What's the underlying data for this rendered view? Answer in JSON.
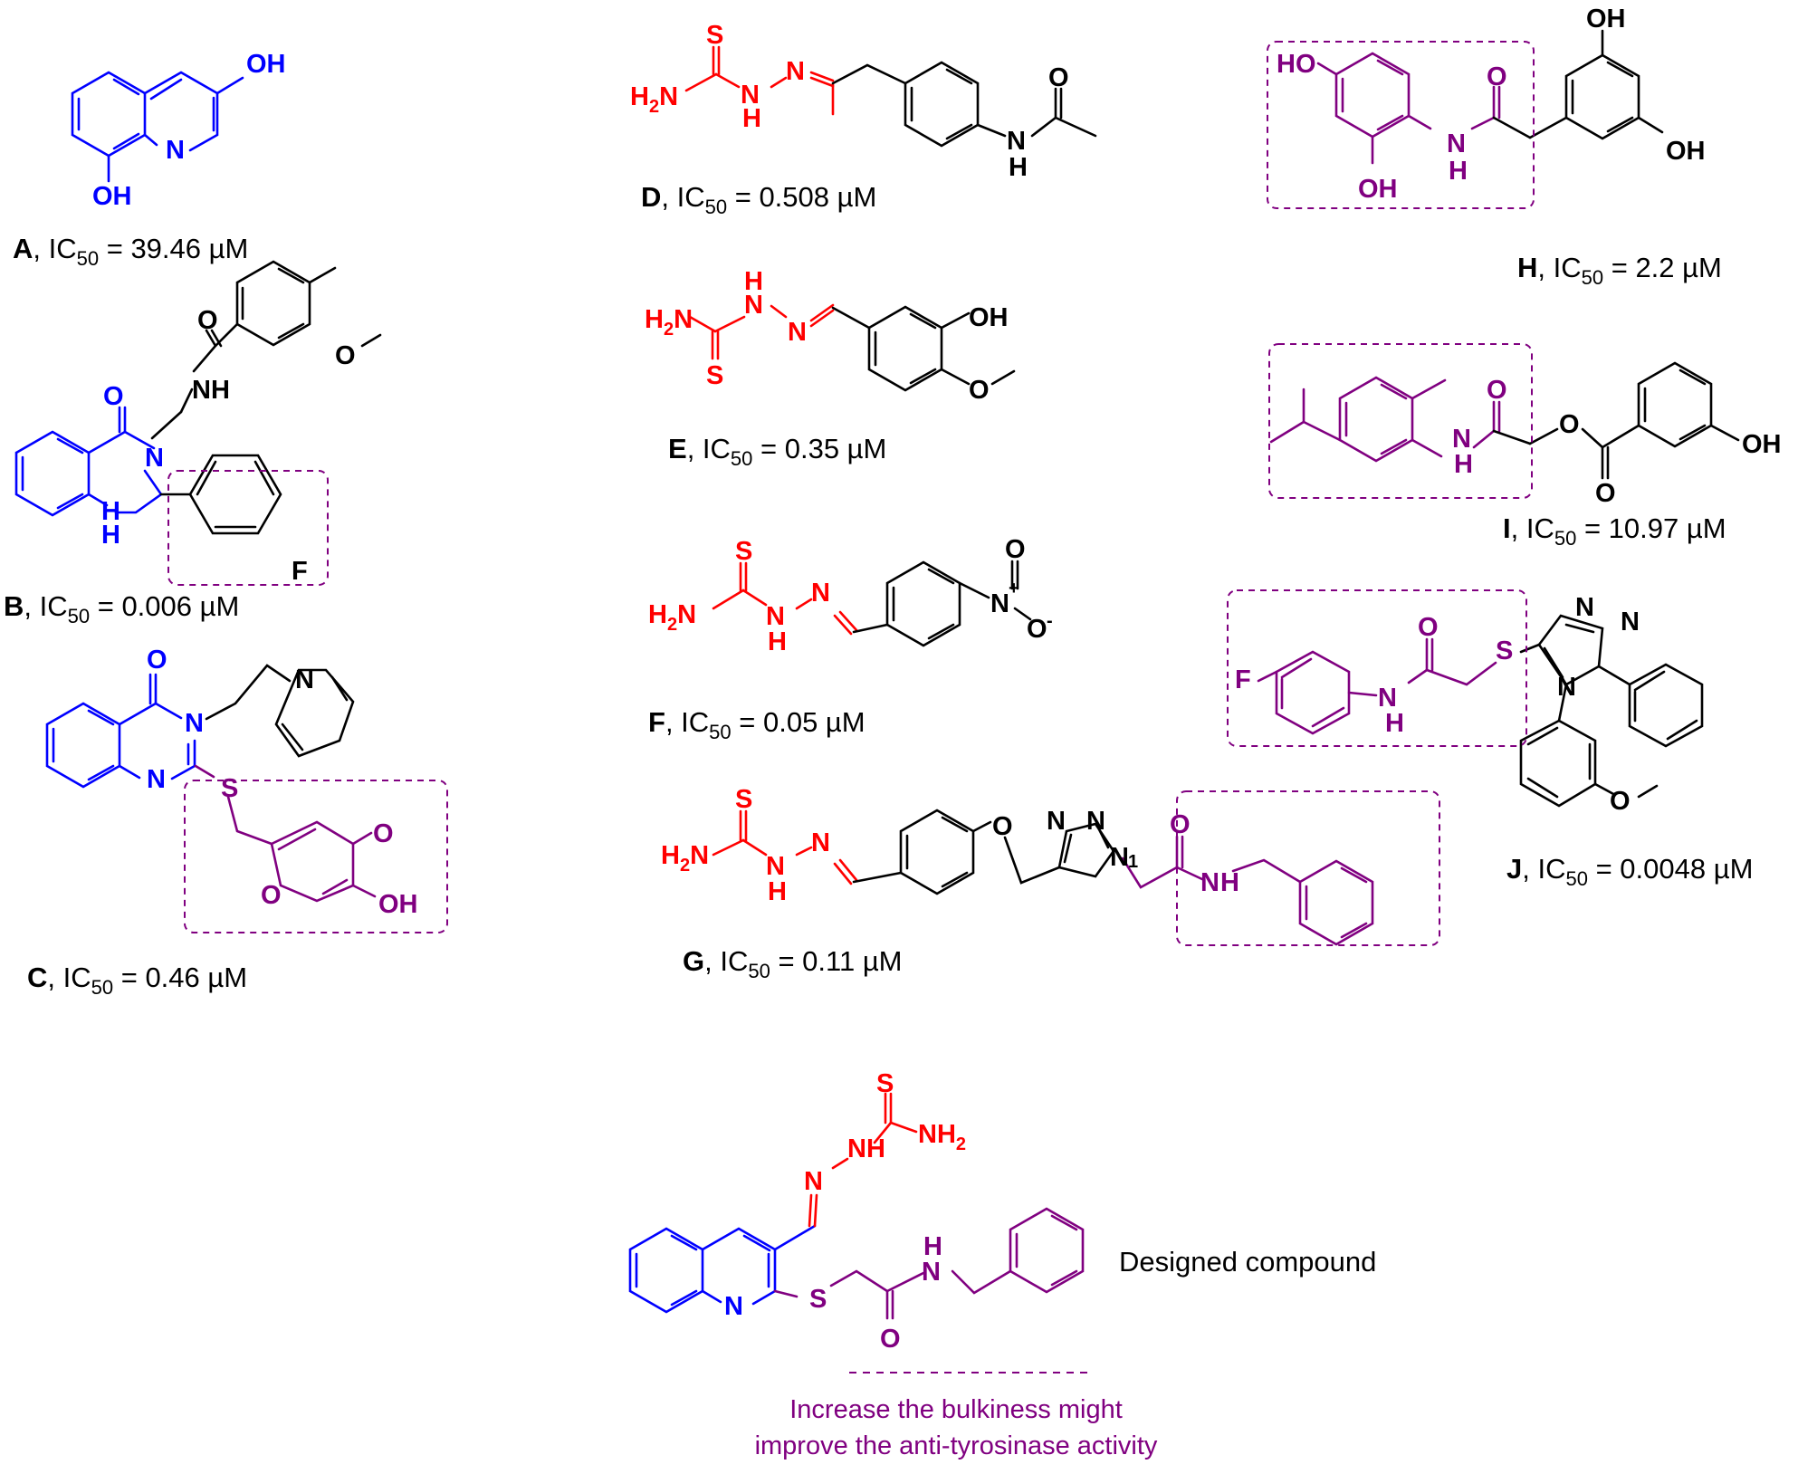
{
  "colors": {
    "scaffold": "#0000ff",
    "thiosemicarbazone": "#ff0000",
    "amide": "#800080",
    "neutral": "#000000"
  },
  "atoms": {
    "O": "O",
    "OH": "OH",
    "HO": "HO",
    "N": "N",
    "NH": "NH",
    "H": "H",
    "S": "S",
    "F": "F",
    "H2": "H",
    "two": "2",
    "plus": "+",
    "minus": "-",
    "one": "1"
  },
  "compounds": [
    {
      "id": "A",
      "letter": "A",
      "ic50_prefix": ", IC",
      "ic50_sub": "50",
      "ic50_value": " = 39.46 µM"
    },
    {
      "id": "B",
      "letter": "B",
      "ic50_prefix": ", IC",
      "ic50_sub": "50",
      "ic50_value": " = 0.006 µM"
    },
    {
      "id": "C",
      "letter": "C",
      "ic50_prefix": ", IC",
      "ic50_sub": "50",
      "ic50_value": " = 0.46 µM"
    },
    {
      "id": "D",
      "letter": "D",
      "ic50_prefix": ", IC",
      "ic50_sub": "50",
      "ic50_value": " = 0.508 µM"
    },
    {
      "id": "E",
      "letter": "E",
      "ic50_prefix": ", IC",
      "ic50_sub": "50",
      "ic50_value": " = 0.35 µM"
    },
    {
      "id": "F",
      "letter": "F",
      "ic50_prefix": ", IC",
      "ic50_sub": "50",
      "ic50_value": " = 0.05 µM"
    },
    {
      "id": "G",
      "letter": "G",
      "ic50_prefix": ", IC",
      "ic50_sub": "50",
      "ic50_value": " = 0.11 µM"
    },
    {
      "id": "H",
      "letter": "H",
      "ic50_prefix": ", IC",
      "ic50_sub": "50",
      "ic50_value": " = 2.2 µM"
    },
    {
      "id": "I",
      "letter": "I",
      "ic50_prefix": ", IC",
      "ic50_sub": "50",
      "ic50_value": " = 10.97 µM"
    },
    {
      "id": "J",
      "letter": "J",
      "ic50_prefix": ", IC",
      "ic50_sub": "50",
      "ic50_value": " = 0.0048 µM"
    }
  ],
  "designed": {
    "label": "Designed compound",
    "note_line1": "Increase the bulkiness might",
    "note_line2": "improve the anti-tyrosinase activity"
  }
}
